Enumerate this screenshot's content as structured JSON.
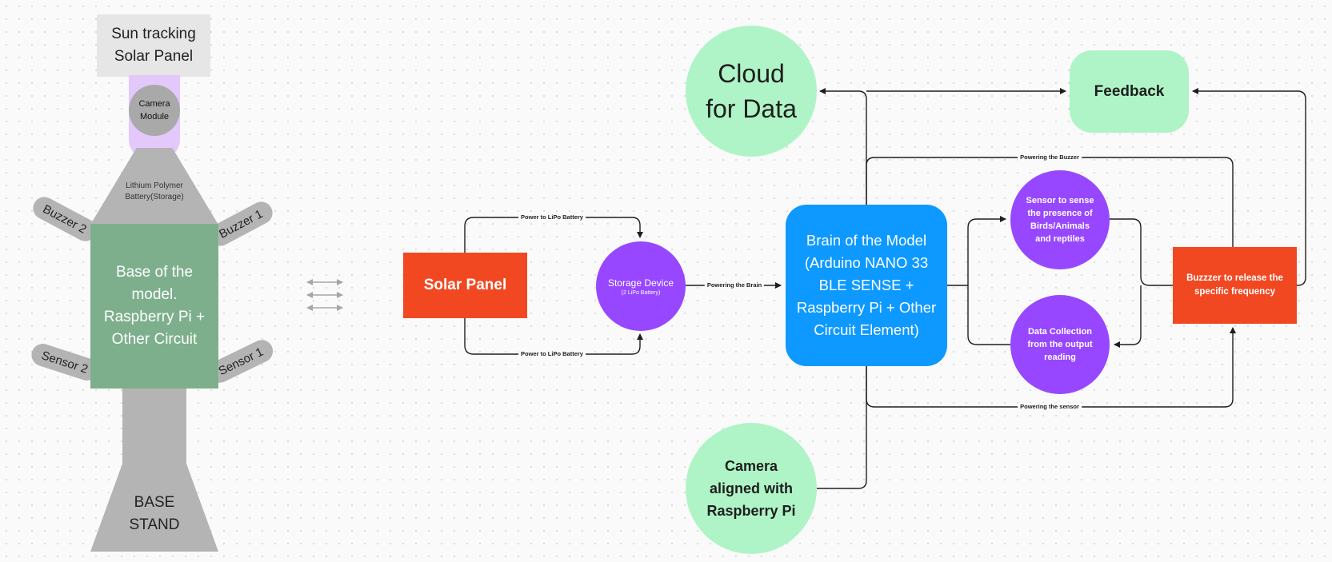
{
  "assembly": {
    "top_panel": "Sun tracking Solar Panel",
    "camera_module": "Camera Module",
    "battery": "Lithium Polymer Battery(Storage)",
    "buzzer_2": "Buzzer 2",
    "buzzer_1": "Buzzer 1",
    "sensor_2": "Sensor 2",
    "sensor_1": "Sensor 1",
    "base": "Base of the model. Raspberry Pi + Other Circuit",
    "stand": "BASE STAND"
  },
  "flow": {
    "solar_panel": "Solar Panel",
    "storage_device": "Storage Device",
    "storage_device_sub": "(2 LiPo Battery)",
    "brain": "Brain of the Model (Arduino NANO 33 BLE SENSE + Raspberry Pi + Other Circuit Element)",
    "cloud": "Cloud for Data",
    "feedback": "Feedback",
    "camera": "Camera aligned with Raspberry Pi",
    "sensor": "Sensor to sense the presence of Birds/Animals and reptiles",
    "data_collection": "Data Collection from the output reading",
    "buzzer": "Buzzzer to release the specific frequency"
  },
  "edge_labels": {
    "power_top": "Power to LiPo Battery",
    "power_bottom": "Power to LiPo Battery",
    "powering_brain": "Powering the Brain",
    "powering_buzzer": "Powering the Buzzer",
    "powering_sensor": "Powering the sensor"
  },
  "colors": {
    "accent_red": "#f24822",
    "accent_purple": "#9747ff",
    "accent_blue": "#0d99ff",
    "accent_mint": "#aff4c6",
    "base_green": "#7daf8c",
    "component_grey": "#b4b4b4",
    "camera_lilac": "#e3c8fb"
  },
  "icons": {
    "transition": "bidirectional-arrows-icon"
  }
}
